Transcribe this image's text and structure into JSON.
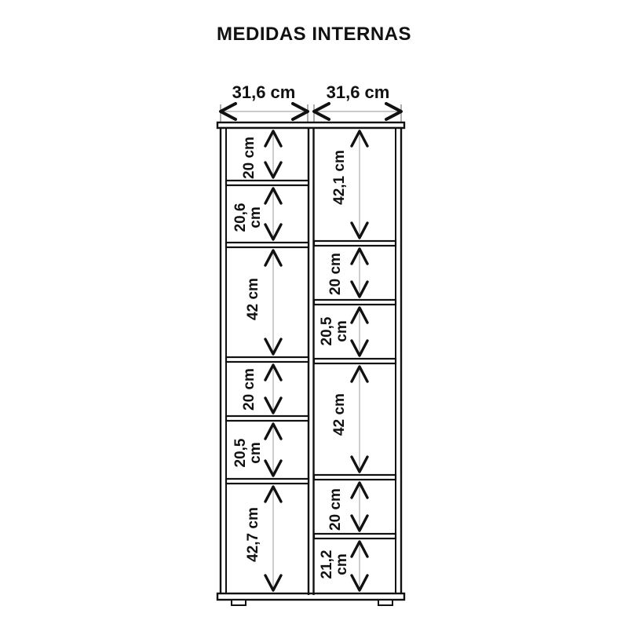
{
  "header": {
    "title": "MEDIDAS INTERNAS"
  },
  "colors": {
    "stroke": "#111111",
    "leader": "#b9b9b9",
    "background": "#ffffff",
    "text": "#111111"
  },
  "diagram": {
    "type": "technical-drawing",
    "subject": "two-column-shelf-cabinet",
    "units": "cm",
    "horizontal_dimensions": [
      {
        "id": "left-column-width",
        "label": "31,6 cm",
        "value": 31.6
      },
      {
        "id": "right-column-width",
        "label": "31,6 cm",
        "value": 31.6
      }
    ],
    "left_column": {
      "name": "left-column",
      "compartments": [
        {
          "index": 1,
          "label": "20 cm",
          "value": 20.0,
          "wrap": false
        },
        {
          "index": 2,
          "label": "20,6 cm",
          "value": 20.6,
          "wrap": true,
          "line1": "20,6",
          "line2": "cm"
        },
        {
          "index": 3,
          "label": "42 cm",
          "value": 42.0,
          "wrap": false
        },
        {
          "index": 4,
          "label": "20 cm",
          "value": 20.0,
          "wrap": false
        },
        {
          "index": 5,
          "label": "20,5 cm",
          "value": 20.5,
          "wrap": true,
          "line1": "20,5",
          "line2": "cm"
        },
        {
          "index": 6,
          "label": "42,7 cm",
          "value": 42.7,
          "wrap": false
        }
      ]
    },
    "right_column": {
      "name": "right-column",
      "compartments": [
        {
          "index": 1,
          "label": "42,1 cm",
          "value": 42.1,
          "wrap": false
        },
        {
          "index": 2,
          "label": "20 cm",
          "value": 20.0,
          "wrap": false
        },
        {
          "index": 3,
          "label": "20,5 cm",
          "value": 20.5,
          "wrap": true,
          "line1": "20,5",
          "line2": "cm"
        },
        {
          "index": 4,
          "label": "42 cm",
          "value": 42.0,
          "wrap": false
        },
        {
          "index": 5,
          "label": "20 cm",
          "value": 20.0,
          "wrap": false
        },
        {
          "index": 6,
          "label": "21,2 cm",
          "value": 21.2,
          "wrap": true,
          "line1": "21,2",
          "line2": "cm"
        }
      ]
    }
  }
}
